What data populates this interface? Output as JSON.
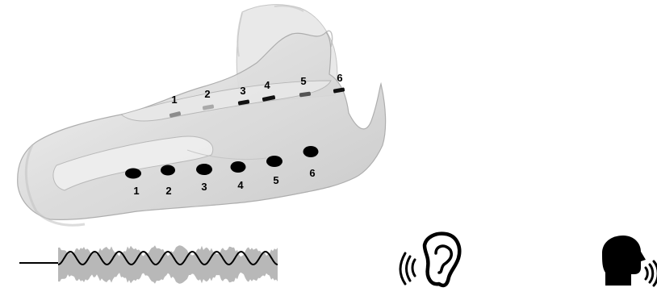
{
  "electrodes": {
    "upper": [
      {
        "label": "1",
        "shade": "#8c8c8c"
      },
      {
        "label": "2",
        "shade": "#a9a9a9"
      },
      {
        "label": "3",
        "shade": "#111111"
      },
      {
        "label": "4",
        "shade": "#111111"
      },
      {
        "label": "5",
        "shade": "#555555"
      },
      {
        "label": "6",
        "shade": "#111111"
      }
    ],
    "lower": [
      {
        "label": "1"
      },
      {
        "label": "2"
      },
      {
        "label": "3"
      },
      {
        "label": "4"
      },
      {
        "label": "5"
      },
      {
        "label": "6"
      }
    ]
  },
  "icons": {
    "waveform": "speech-waveform-icon",
    "ear": "ear-listening-icon",
    "speaker": "speaking-head-icon"
  },
  "colors": {
    "surface": "#d9d9d9",
    "surface_edge": "#9a9a9a",
    "waveform_envelope": "#b8b8b8",
    "ink": "#000000"
  }
}
